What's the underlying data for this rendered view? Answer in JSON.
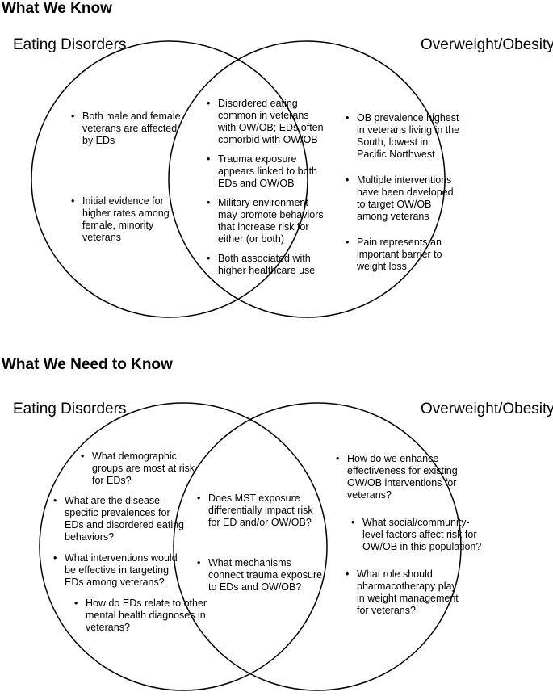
{
  "sections": [
    {
      "heading": "What We Know",
      "left_label": "Eating Disorders",
      "right_label": "Overweight/Obesity",
      "left_items": [
        "Both male and female veterans are affected by EDs",
        "Initial evidence for higher rates among female, minority veterans"
      ],
      "center_items": [
        "Disordered eating common in veterans with OW/OB; EDs often comorbid with OW/OB",
        "Trauma exposure appears linked to both EDs and OW/OB",
        "Military environment may promote behaviors that increase risk for either (or both)",
        "Both associated with higher healthcare use"
      ],
      "right_items": [
        "OB prevalence highest in veterans living in the South, lowest in Pacific Northwest",
        "Multiple interventions have been developed to target OW/OB among veterans",
        "Pain represents an important barrier to weight loss"
      ]
    },
    {
      "heading": "What We Need to Know",
      "left_label": "Eating Disorders",
      "right_label": "Overweight/Obesity",
      "left_items": [
        "What demographic groups are most at risk for EDs?",
        "What are the disease-specific prevalences for EDs and disordered eating behaviors?",
        "What interventions would be effective in targeting EDs among veterans?",
        "How do EDs relate to other mental health diagnoses in veterans?"
      ],
      "center_items": [
        "Does MST exposure differentially impact risk for ED and/or OW/OB?",
        "What mechanisms connect trauma exposure to EDs and OW/OB?"
      ],
      "right_items": [
        "How do we enhance effectiveness for existing OW/OB interventions for veterans?",
        "What social/community-level factors affect risk for OW/OB in this population?",
        "What role should pharmacotherapy play in weight management for veterans?"
      ]
    }
  ]
}
